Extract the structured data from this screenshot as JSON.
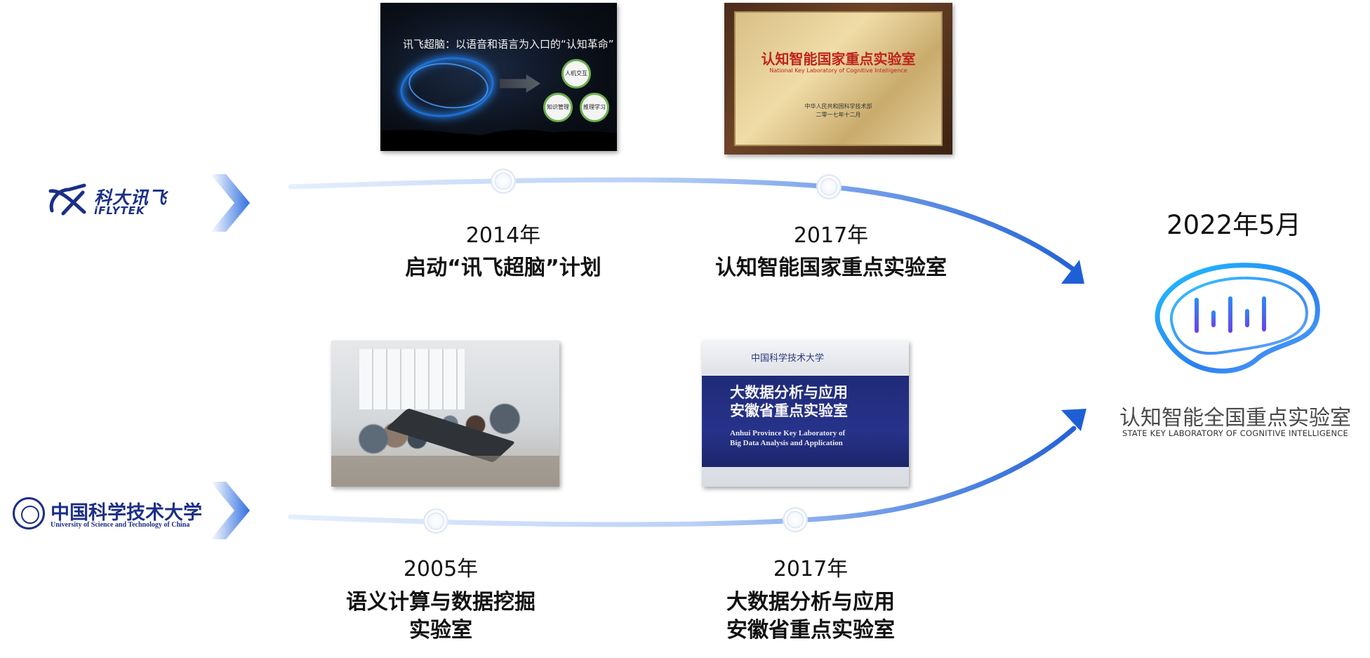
{
  "milestones": {
    "iflytek_2014": {
      "year": "2014年",
      "label": "启动“讯飞超脑”计划"
    },
    "iflytek_2017": {
      "year": "2017年",
      "label": "认知智能国家重点实验室"
    },
    "ustc_2005": {
      "year": "2005年",
      "label_line1": "语义计算与数据挖掘",
      "label_line2": "实验室"
    },
    "ustc_2017": {
      "year": "2017年",
      "label_line1": "大数据分析与应用",
      "label_line2": "安徽省重点实验室"
    }
  },
  "logos": {
    "iflytek": {
      "cn": "科大讯飞",
      "en": "iFLYTEK"
    },
    "ustc": {
      "cn": "中国科学技术大学",
      "en": "University of Science and Technology of China"
    }
  },
  "final": {
    "year": "2022年5月",
    "name": "认知智能全国重点实验室",
    "name_en": "STATE KEY LABORATORY OF COGNITIVE INTELLIGENCE"
  },
  "photos": {
    "p2014": {
      "title": "讯飞超脑：以语音和语言为入口的“认知革命”",
      "node1": "人机交互",
      "node2": "知识管理",
      "node3": "推理学习"
    },
    "p2017a": {
      "title": "认知智能国家重点实验室",
      "subtitle": "National Key Laboratory of Cognitive Intelligence",
      "ministry": "中华人民共和国科学技术部",
      "date": "二零一七年十二月"
    },
    "p2017b": {
      "header": "中国科学技术大学",
      "line1": "大数据分析与应用",
      "line2": "安徽省重点实验室",
      "line3": "Anhui Province Key Laboratory of",
      "line4": "Big Data Analysis and Application"
    }
  },
  "colors": {
    "curve_blue": "#1f5fd6",
    "curve_light": "#d8e6fb",
    "logo_blue": "#1a2f86",
    "final_logo_blue": "#2aa3f5"
  }
}
